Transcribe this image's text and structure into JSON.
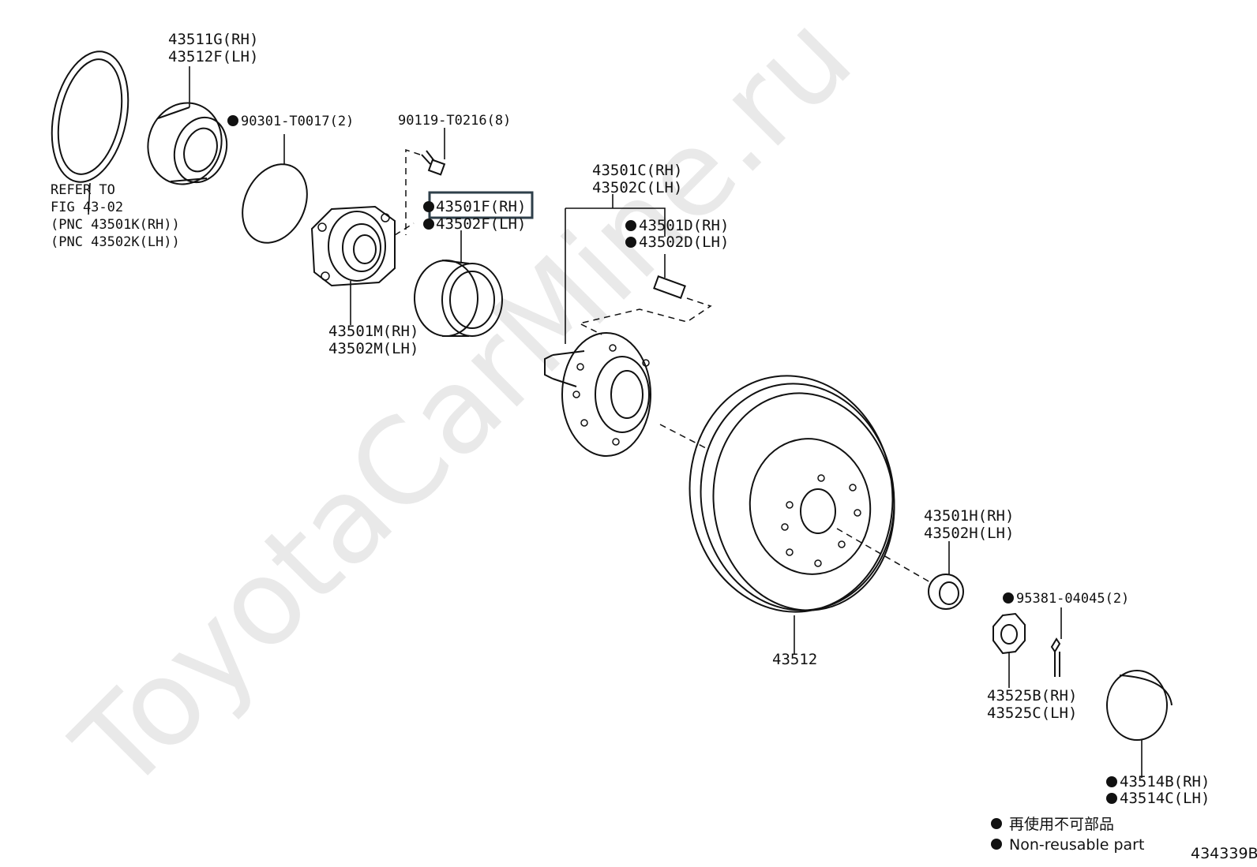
{
  "diagram": {
    "watermark": "ToyotaCarMine.ru",
    "figure_code": "434339B",
    "highlight_label": "43501F(RH)",
    "labels": {
      "seal_ref_1": "REFER TO",
      "seal_ref_2": "FIG 43-02",
      "seal_ref_3": "(PNC 43501K(RH))",
      "seal_ref_4": "(PNC 43502K(LH))",
      "bearing_rh": "43511G(RH)",
      "bearing_lh": "43512F(LH)",
      "oring": "90301-T0017(2)",
      "bolt": "90119-T0216(8)",
      "dust_deflector_rh": "43501F(RH)",
      "dust_deflector_lh": "43502F(LH)",
      "hub_bearing_rh": "43501M(RH)",
      "hub_bearing_lh": "43502M(LH)",
      "hub_rh": "43501C(RH)",
      "hub_lh": "43502C(LH)",
      "hub_bolt_rh": "43501D(RH)",
      "hub_bolt_lh": "43502D(LH)",
      "disc": "43512",
      "nut_rh": "43501H(RH)",
      "nut_lh": "43502H(LH)",
      "cotter_pin": "95381-04045(2)",
      "lock_cap_rh": "43525B(RH)",
      "lock_cap_lh": "43525C(LH)",
      "grease_cap_rh": "43514B(RH)",
      "grease_cap_lh": "43514C(LH)"
    },
    "legend": {
      "non_reusable_jp": "再使用不可部品",
      "non_reusable_en": "Non-reusable part"
    }
  }
}
